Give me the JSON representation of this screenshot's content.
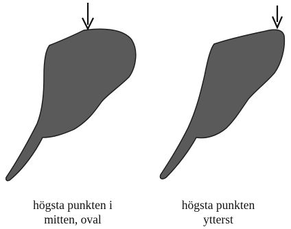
{
  "colors": {
    "shape_fill": "#5a5a5a",
    "shape_stroke": "#1e1e1e",
    "arrow": "#111111",
    "text": "#111111"
  },
  "figures": [
    {
      "id": "left",
      "caption_lines": [
        "högsta punkten i",
        "mitten, oval"
      ]
    },
    {
      "id": "right",
      "caption_lines": [
        "högsta punkten",
        "ytterst"
      ]
    }
  ]
}
